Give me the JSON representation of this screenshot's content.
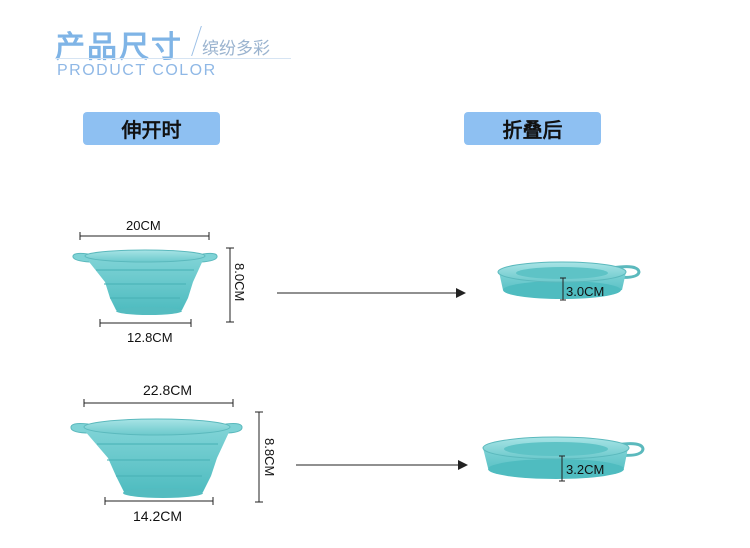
{
  "header": {
    "title_cn": "产品尺寸",
    "subtitle_cn": "缤纷多彩",
    "title_en": "PRODUCT COLOR"
  },
  "labels": {
    "expanded": "伸开时",
    "folded": "折叠后"
  },
  "small_bowl": {
    "top_width": "20CM",
    "bottom_width": "12.8CM",
    "height": "8.0CM",
    "folded_height": "3.0CM"
  },
  "large_bowl": {
    "top_width": "22.8CM",
    "bottom_width": "14.2CM",
    "height": "8.8CM",
    "folded_height": "3.2CM"
  },
  "colors": {
    "accent_pill": "#8ec0f2",
    "bowl_main": "#5fc6c9",
    "bowl_light": "#9fe0e2",
    "bowl_dark": "#3fa9ad"
  }
}
